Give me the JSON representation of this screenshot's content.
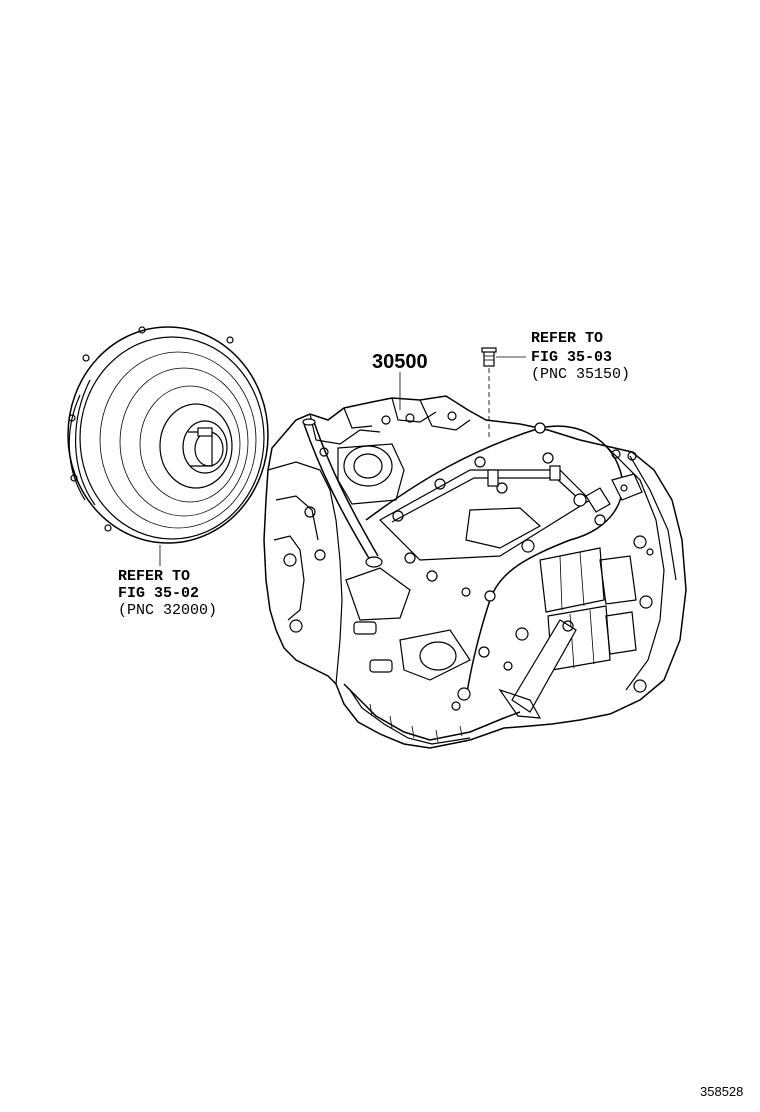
{
  "callouts": {
    "transaxle_part_number": "30500",
    "converter_ref": {
      "line1": "REFER TO",
      "line2": "FIG 35-02",
      "line3": "(PNC 32000)"
    },
    "plug_ref": {
      "line1": "REFER TO",
      "line2": "FIG 35-03",
      "line3": "(PNC 35150)"
    }
  },
  "figure_id": "358528"
}
